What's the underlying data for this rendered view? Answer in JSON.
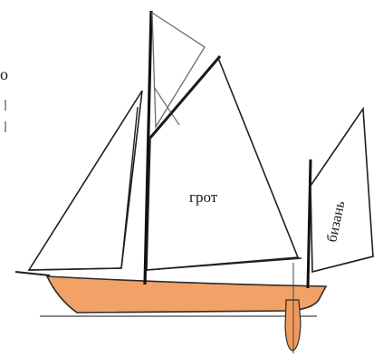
{
  "diagram": {
    "labels": {
      "mainsail": "грот",
      "mizzen": "бизань",
      "edge_fragment": "о"
    },
    "colors": {
      "hull": "#f2a266",
      "hull_outline": "#2b2b2b",
      "rudder": "#ef9a5a",
      "rigging": "#1f1f1f",
      "topsail": "#6a6a6a",
      "waterline": "#444444"
    }
  }
}
